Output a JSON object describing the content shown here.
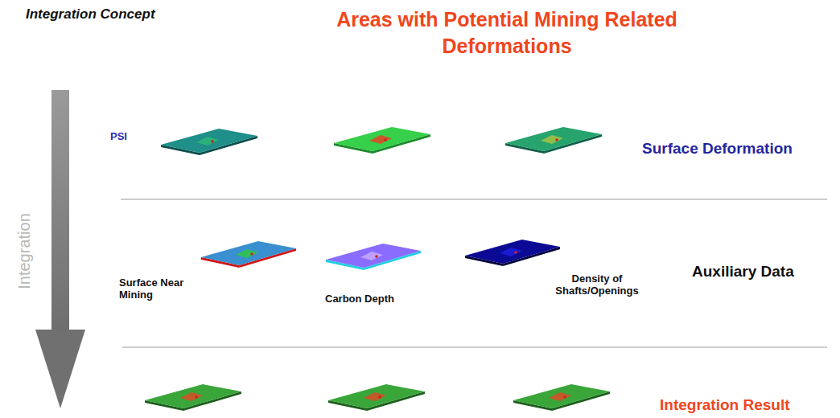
{
  "diagram": {
    "title": "Areas with Potential Mining Related Deformations",
    "labels": [
      "Integration Concept",
      "PSI",
      "Surface Deformation",
      "Integration",
      "Surface Near Mining",
      "Carbon Depth",
      "Density of Shafts/Openings",
      "Auxiliary Data",
      "Integration Result"
    ]
  }
}
